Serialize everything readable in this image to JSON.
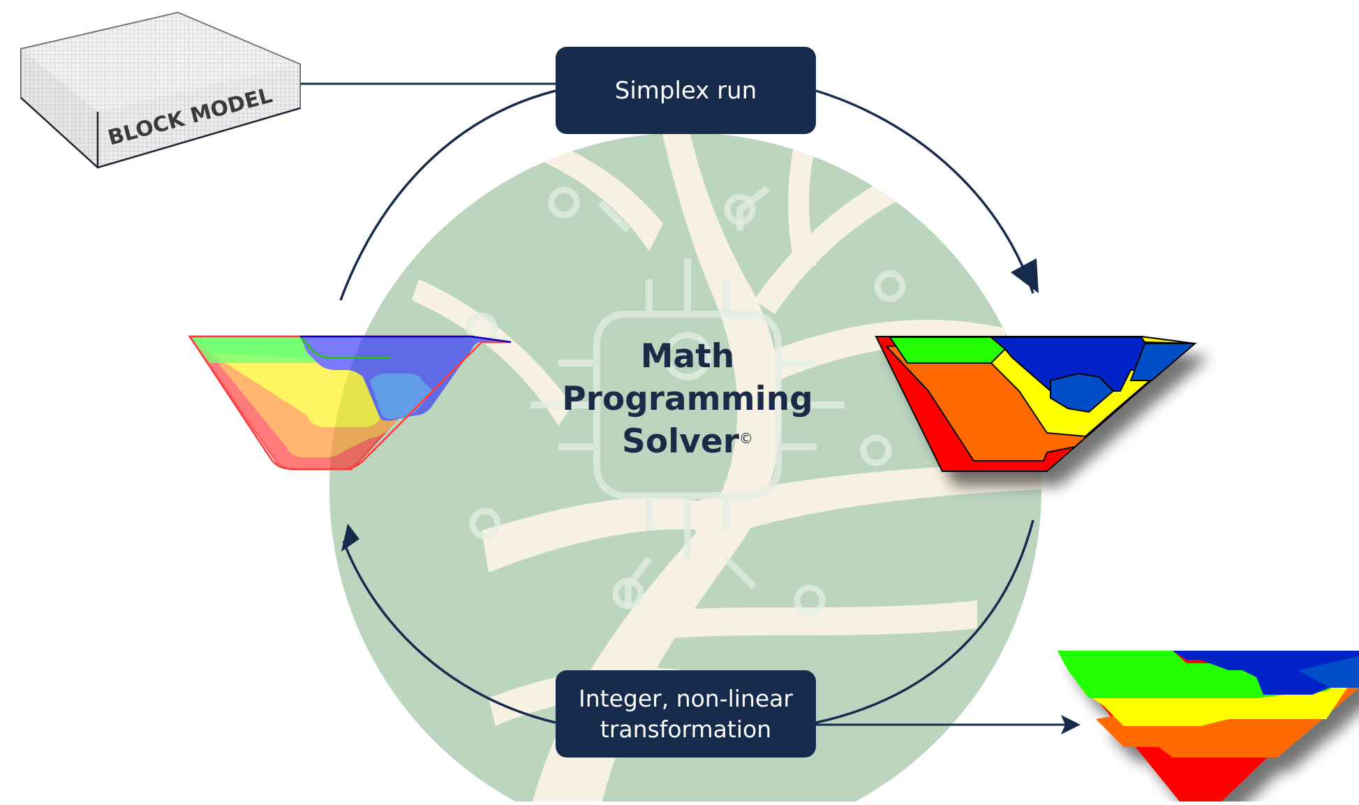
{
  "labels": {
    "block_model": "BLOCK MODEL",
    "simplex_run": "Simplex run",
    "integer_line1": "Integer, non-linear",
    "integer_line2": "transformation",
    "center_title_line1": "Math",
    "center_title_line2": "Programming",
    "center_title_line3": "Solver",
    "copyright_mark": "©"
  },
  "colors": {
    "navy": "#162b4c",
    "circle_fill": "#bcd5bf",
    "tree_branch": "#f7f1e3",
    "circuit": "#d9e6da",
    "pit_red": "#ff0000",
    "pit_orange": "#ff6a00",
    "pit_yellow": "#ffff00",
    "pit_green": "#22ff00",
    "pit_blue": "#0022c8",
    "pit_lightblue": "#0050c8"
  },
  "icons": {
    "block_model": "block-model-grid-icon",
    "cycle_arrow": "arrowhead-icon",
    "pit_shell": "pit-shell-diagram"
  }
}
